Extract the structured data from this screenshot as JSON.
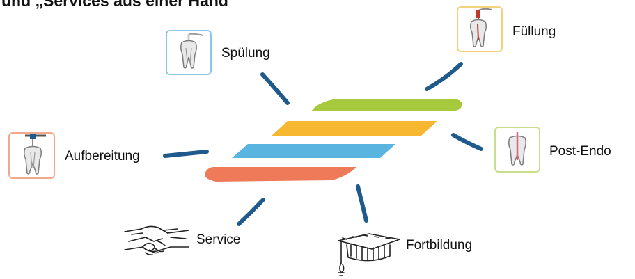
{
  "title": "und „Services aus einer Hand“",
  "nodes": {
    "spuelung": {
      "label": "Spülung",
      "icon": "tooth-irrigation-icon",
      "border_color": "#8cc8e6"
    },
    "fuellung": {
      "label": "Füllung",
      "icon": "tooth-filling-icon",
      "border_color": "#f2d27a"
    },
    "aufbereitung": {
      "label": "Aufbereitung",
      "icon": "tooth-file-icon",
      "border_color": "#f0a98a"
    },
    "post_endo": {
      "label": "Post-Endo",
      "icon": "tooth-post-icon",
      "border_color": "#c9dd8c"
    },
    "service": {
      "label": "Service",
      "icon": "handshake-icon"
    },
    "fortbildung": {
      "label": "Fortbildung",
      "icon": "graduation-cap-icon"
    }
  },
  "logo_stripes": [
    {
      "name": "green",
      "color": "#a6c93e"
    },
    {
      "name": "yellow",
      "color": "#f7b731"
    },
    {
      "name": "blue",
      "color": "#5ab4e0"
    },
    {
      "name": "orange",
      "color": "#ee7a5a"
    }
  ],
  "connector_color": "#1f5a8c"
}
